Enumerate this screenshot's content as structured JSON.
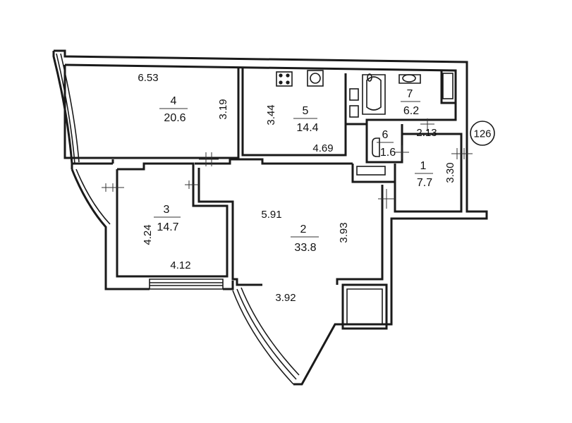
{
  "badge": "126",
  "rooms": [
    {
      "number": "4",
      "area": "20.6",
      "width": "6.53",
      "depth": "3.19"
    },
    {
      "number": "5",
      "area": "14.4",
      "width": "4.69",
      "depth": "3.44"
    },
    {
      "number": "7",
      "area": "6.2",
      "width": "",
      "depth": ""
    },
    {
      "number": "6",
      "area": "1.6",
      "width": "",
      "depth": ""
    },
    {
      "number": "1",
      "area": "7.7",
      "width": "2.13",
      "depth": "3.30"
    },
    {
      "number": "3",
      "area": "14.7",
      "width": "4.12",
      "depth": "4.24"
    },
    {
      "number": "2",
      "area": "33.8",
      "width": "5.91",
      "depth": "3.93"
    }
  ],
  "extra_dimension": "3.92"
}
